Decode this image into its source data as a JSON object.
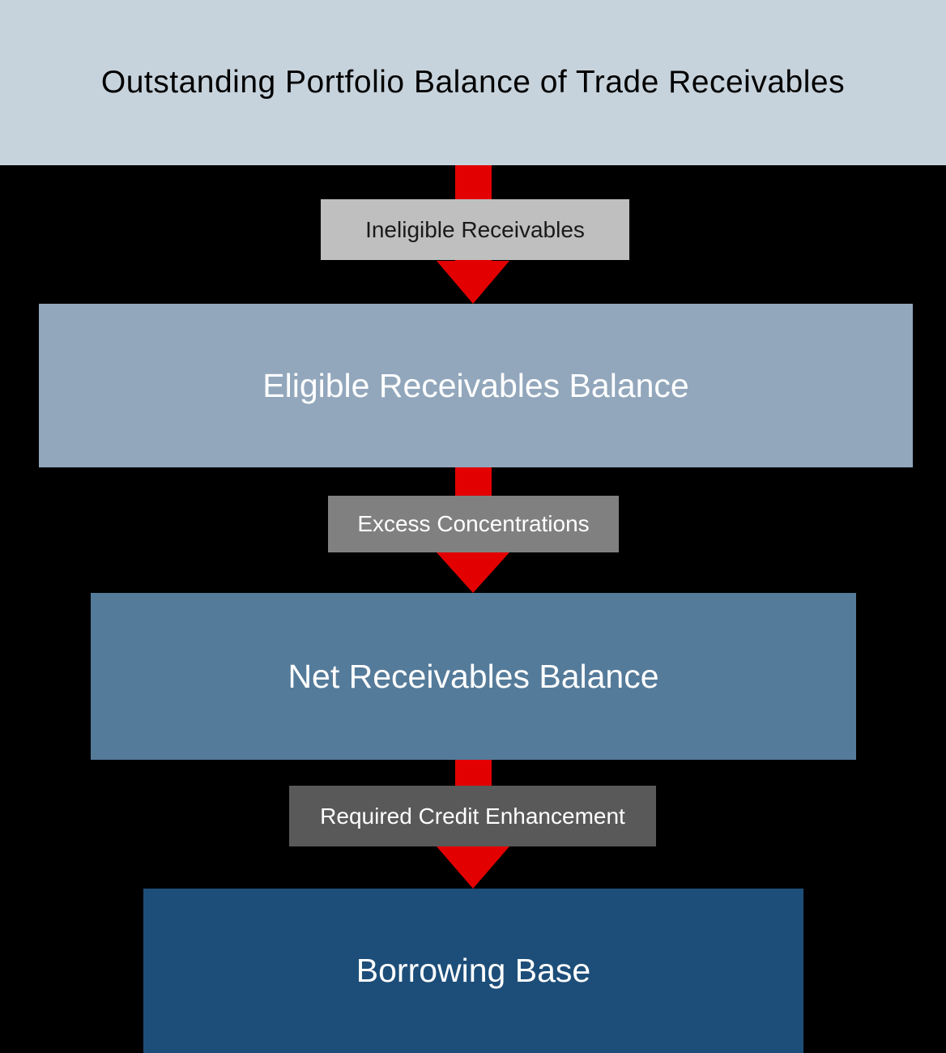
{
  "page": {
    "background_color": "#000000"
  },
  "banner": {
    "title": "Outstanding Portfolio Balance of Trade Receivables",
    "background_color": "#c7d3dc",
    "text_color": "#000000"
  },
  "flow": {
    "arrow_color": "#e20000",
    "arrow_direction": "down",
    "steps": [
      {
        "kind": "deduction",
        "label": "Ineligible Receivables",
        "background_color": "#bfbfbf",
        "text_color": "#1a1a1a"
      },
      {
        "kind": "balance",
        "label": "Eligible Receivables Balance",
        "background_color": "#92a7bc",
        "text_color": "#ffffff"
      },
      {
        "kind": "deduction",
        "label": "Excess Concentrations",
        "background_color": "#808080",
        "text_color": "#ffffff"
      },
      {
        "kind": "balance",
        "label": "Net Receivables Balance",
        "background_color": "#557b9a",
        "text_color": "#ffffff"
      },
      {
        "kind": "deduction",
        "label": "Required Credit Enhancement",
        "background_color": "#595959",
        "text_color": "#ffffff"
      },
      {
        "kind": "balance",
        "label": "Borrowing Base",
        "background_color": "#1d4e79",
        "text_color": "#ffffff"
      }
    ]
  }
}
